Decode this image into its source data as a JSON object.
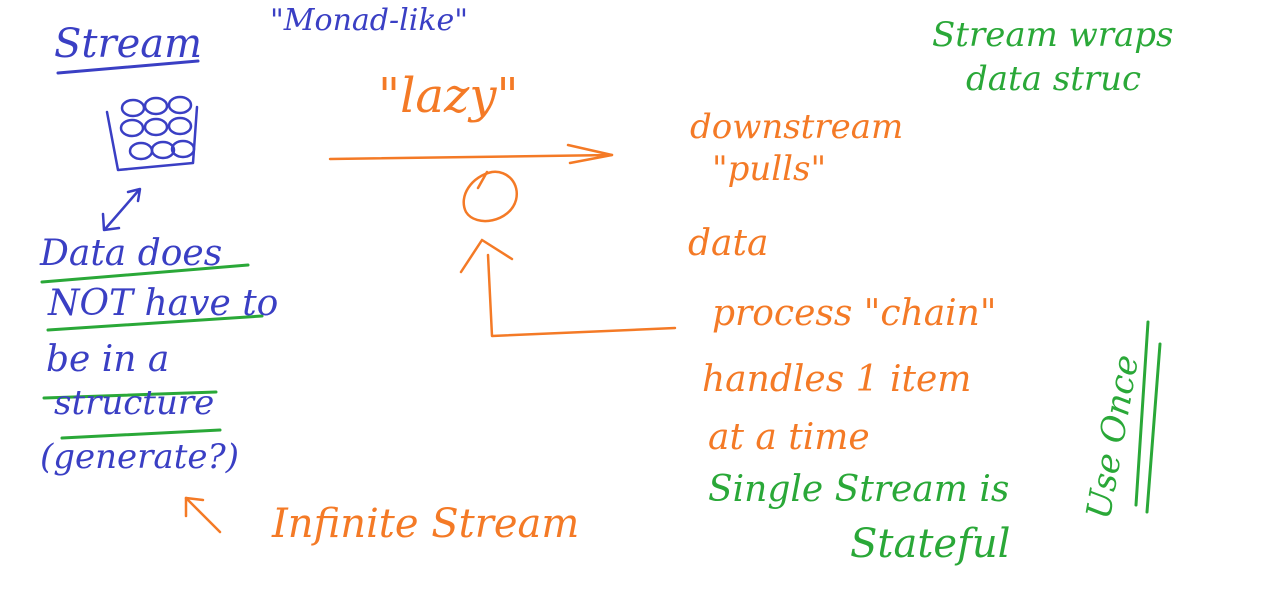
{
  "colors": {
    "blue": "#3a3fc4",
    "orange": "#f47a26",
    "green": "#2aa838"
  },
  "notes": {
    "stream": "Stream",
    "monad_like": "\"Monad-like\"",
    "stream_wraps": {
      "line1": "Stream wraps",
      "line2": "data struc"
    },
    "lazy": "\"lazy\"",
    "downstream": {
      "line1": "downstream",
      "line2": "\"pulls\"",
      "line3": "data"
    },
    "data_not_structure": {
      "line1": "Data does",
      "line2": "NOT have to",
      "line3": "be in a",
      "line4": "structure",
      "line5": "(generate?)"
    },
    "process_chain": {
      "line1": "process \"chain\"",
      "line2": "handles 1 item",
      "line3": "at a time"
    },
    "single_stream": {
      "line1": "Single Stream is",
      "line2": "Stateful"
    },
    "use_once": "Use Once",
    "infinite_stream": "Infinite Stream"
  }
}
